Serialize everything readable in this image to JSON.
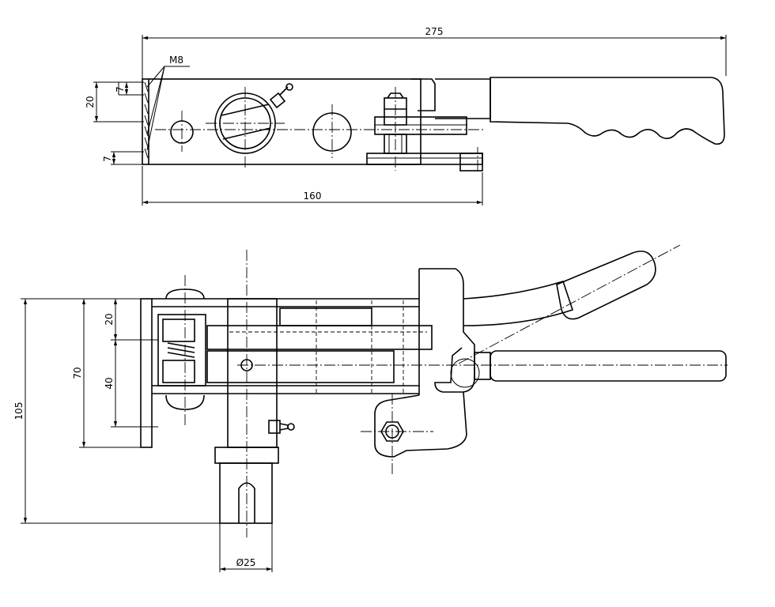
{
  "drawing": {
    "top_view": {
      "overall_length": "275",
      "base_length": "160",
      "thread_label": "M8",
      "hole_spacing": "20",
      "edge_offset_top": "7",
      "edge_offset_bottom": "7"
    },
    "side_view": {
      "total_height": "105",
      "plate_height": "70",
      "slot_offset": "20",
      "slot_length": "40",
      "spindle_diameter": "Ø25"
    }
  }
}
